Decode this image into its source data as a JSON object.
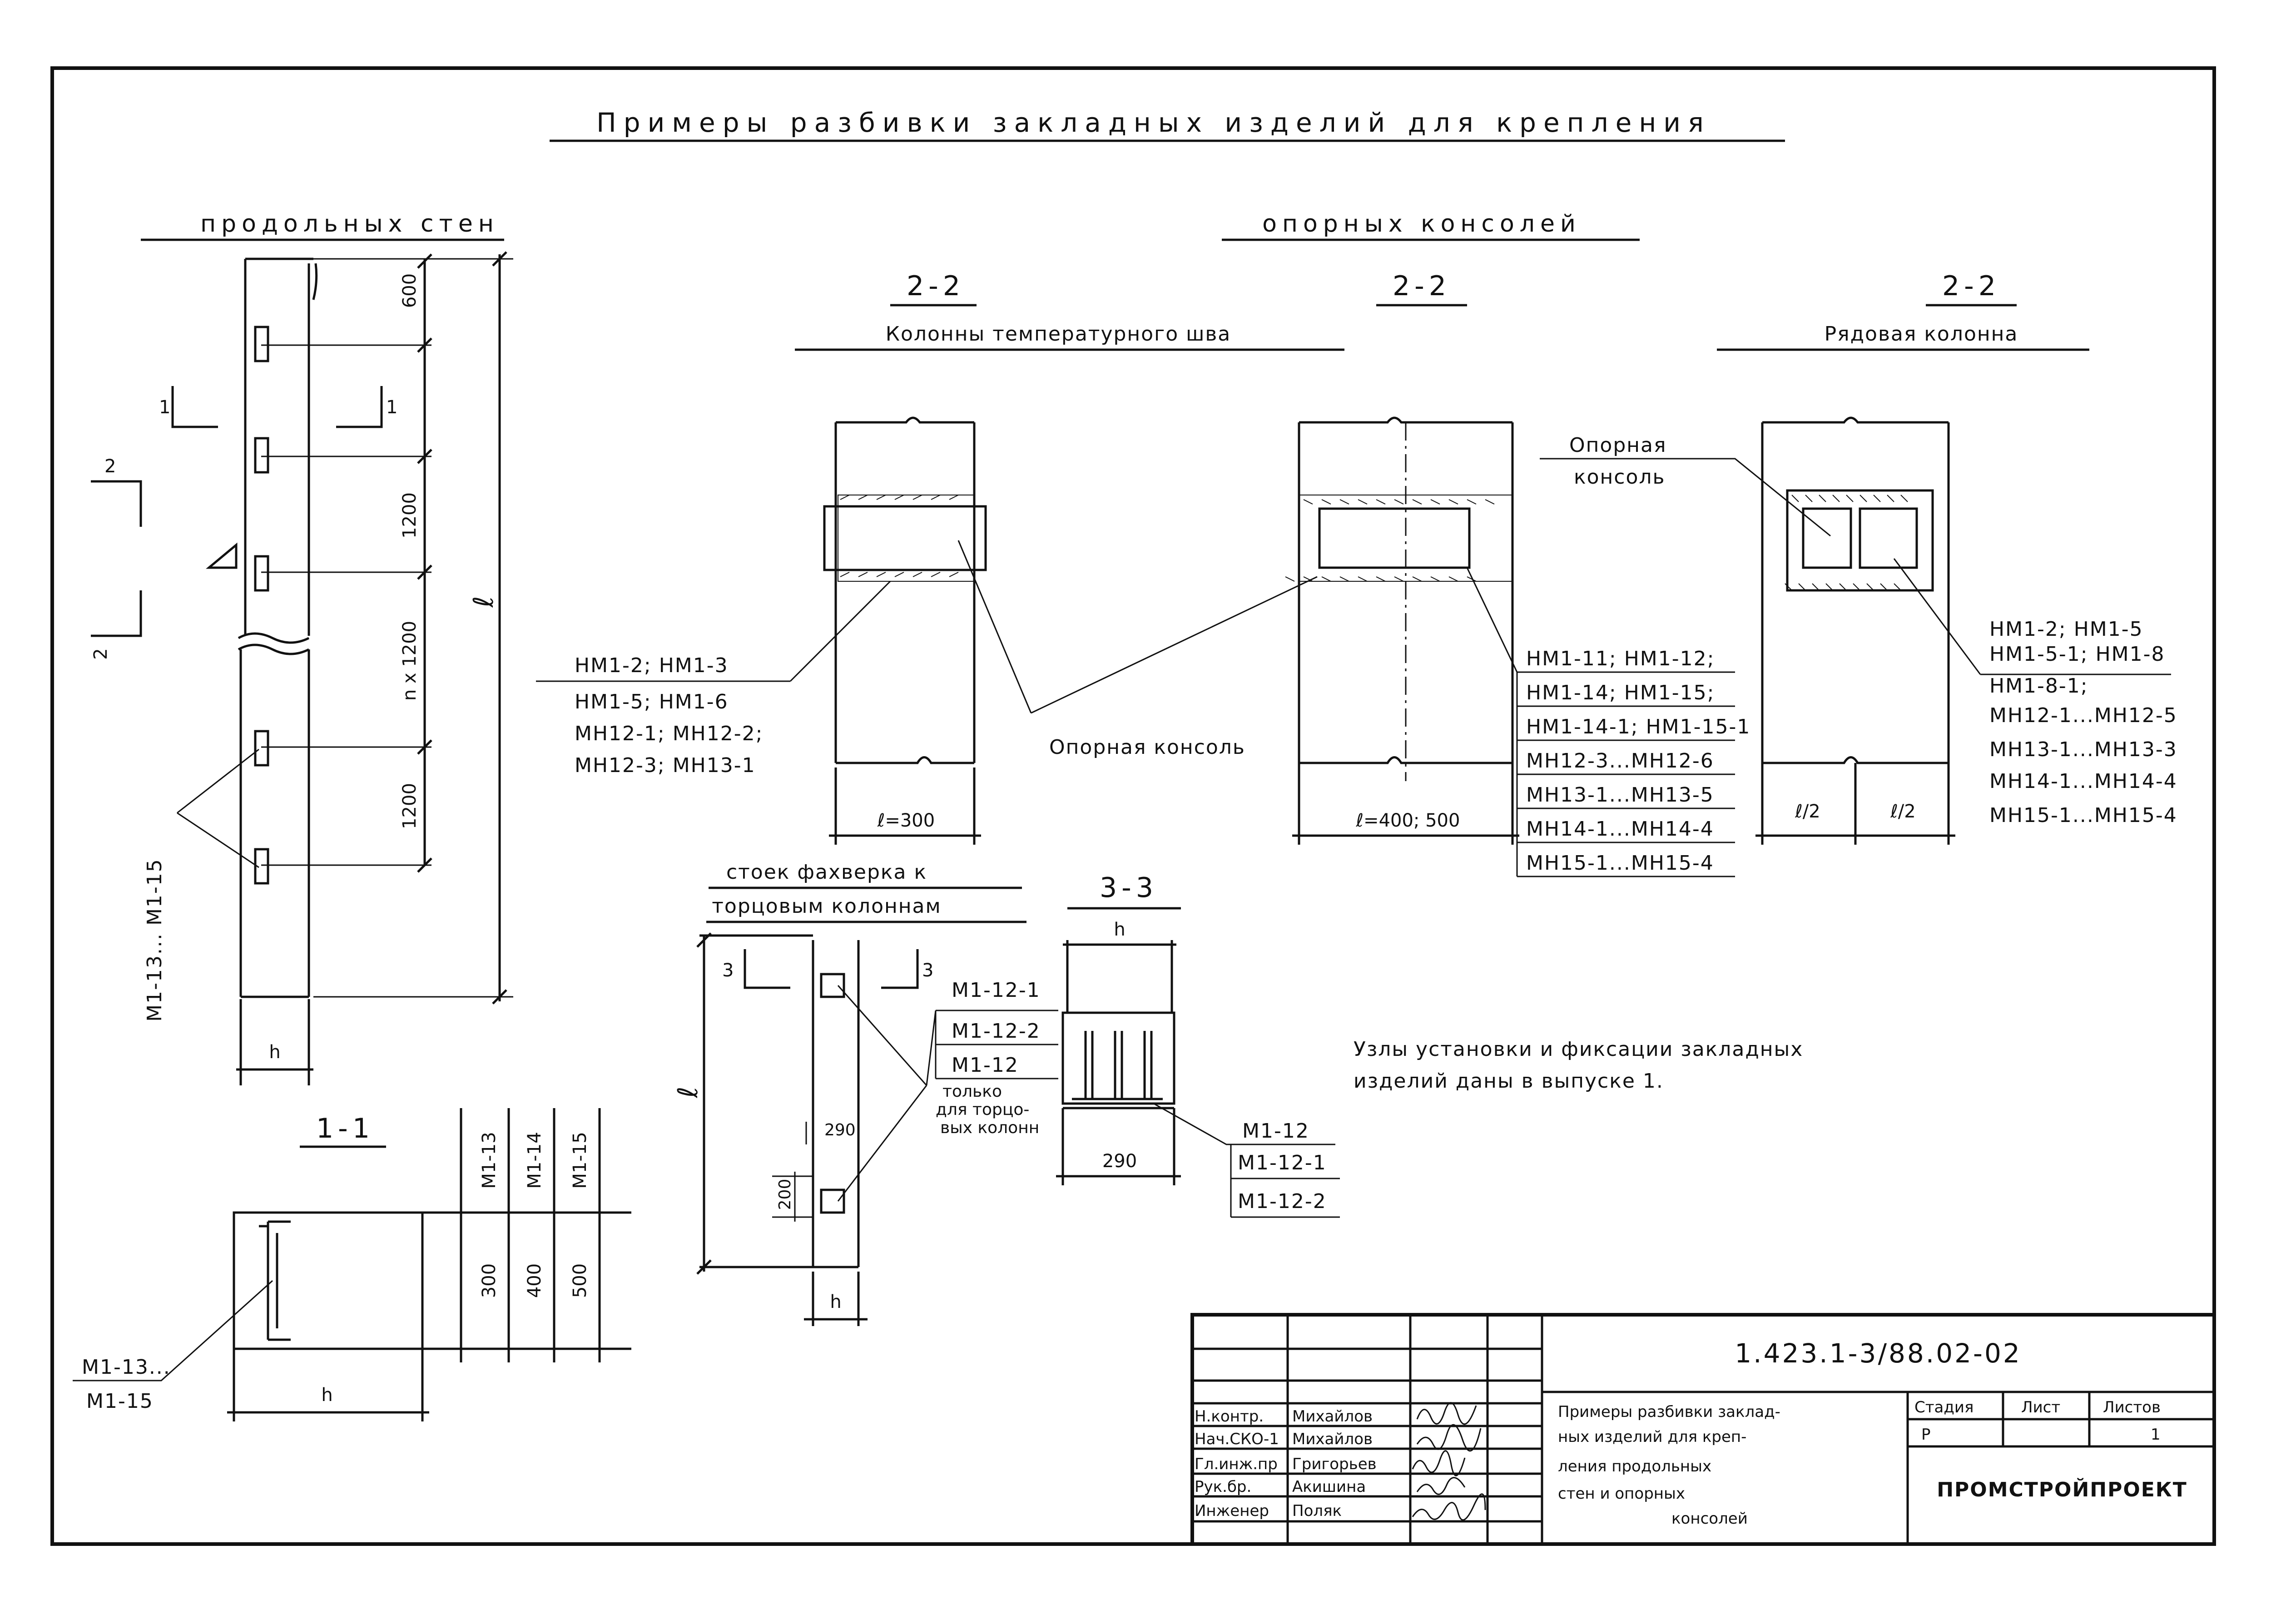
{
  "title": "Примеры разбивки закладных изделий для крепления",
  "walls": {
    "heading": "продольных стен",
    "dims": [
      "600",
      "1200",
      "n x 1200",
      "1200"
    ],
    "dim_total": "ℓ",
    "section_1": "1",
    "section_2": "2",
    "elements_label": "М1-13... М1-15",
    "width_label": "h"
  },
  "consoles": {
    "heading": "опорных консолей",
    "section_a": {
      "mark": "2-2",
      "name": "Колонны температурного шва",
      "width": "ℓ=300",
      "items": [
        "НМ1-2; НМ1-3",
        "НМ1-5; НМ1-6",
        "МН12-1; МН12-2;",
        "МН12-3; МН13-1"
      ]
    },
    "section_b": {
      "mark": "2-2",
      "width": "ℓ=400; 500",
      "items": [
        "НМ1-11; НМ1-12;",
        "НМ1-14; НМ1-15;",
        "НМ1-14-1; НМ1-15-1",
        "МН12-3...МН12-6",
        "МН13-1...МН13-5",
        "МН14-1...МН14-4",
        "МН15-1...МН15-4"
      ]
    },
    "section_c": {
      "mark": "2-2",
      "name": "Рядовая колонна",
      "console_label_1": "Опорная",
      "console_label_2": "консоль",
      "half_1": "ℓ/2",
      "half_2": "ℓ/2",
      "items": [
        "НМ1-2; НМ1-5",
        "НМ1-5-1; НМ1-8",
        "НМ1-8-1;",
        "МН12-1...МН12-5",
        "МН13-1...МН13-3",
        "МН14-1...МН14-4",
        "МН15-1...МН15-4"
      ]
    },
    "console_label": "Опорная консоль"
  },
  "posts": {
    "heading_1": "стоек фахверка к",
    "heading_2": "торцовым колоннам",
    "section_mark": "3",
    "items": [
      "М1-12-1",
      "М1-12-2",
      "М1-12"
    ],
    "note": [
      "только",
      "для торцо-",
      "вых колонн"
    ],
    "dim_290": "290",
    "dim_200": "200",
    "length_label": "ℓ",
    "width_label": "h"
  },
  "section_3": {
    "mark": "3-3",
    "width_label": "h",
    "dim": "290",
    "items": [
      "М1-12",
      "М1-12-1",
      "М1-12-2"
    ]
  },
  "section_1": {
    "mark": "1-1",
    "width_label": "h",
    "elements_1": "М1-13...",
    "elements_2": "М1-15",
    "table_header": [
      "М1-13",
      "М1-14",
      "М1-15"
    ],
    "table_values": [
      "300",
      "400",
      "500"
    ]
  },
  "note": [
    "Узлы установки и фиксации закладных",
    "изделий даны в выпуске 1."
  ],
  "title_block": {
    "code": "1.423.1-3/88.02-02",
    "roles": [
      "Н.контр.",
      "Нач.СКО-1",
      "Гл.инж.пр",
      "Рук.бр.",
      "Инженер"
    ],
    "names": [
      "Михайлов",
      "Михайлов",
      "Григорьев",
      "Акишина",
      "Поляк"
    ],
    "sheet_title": [
      "Примеры разбивки заклад-",
      "ных изделий для креп-",
      "ления продольных",
      "стен и опорных",
      "консолей"
    ],
    "stage_label": "Стадия",
    "sheet_label": "Лист",
    "sheets_label": "Листов",
    "stage": "Р",
    "sheets": "1",
    "organization": "ПРОМСТРОЙПРОЕКТ"
  }
}
